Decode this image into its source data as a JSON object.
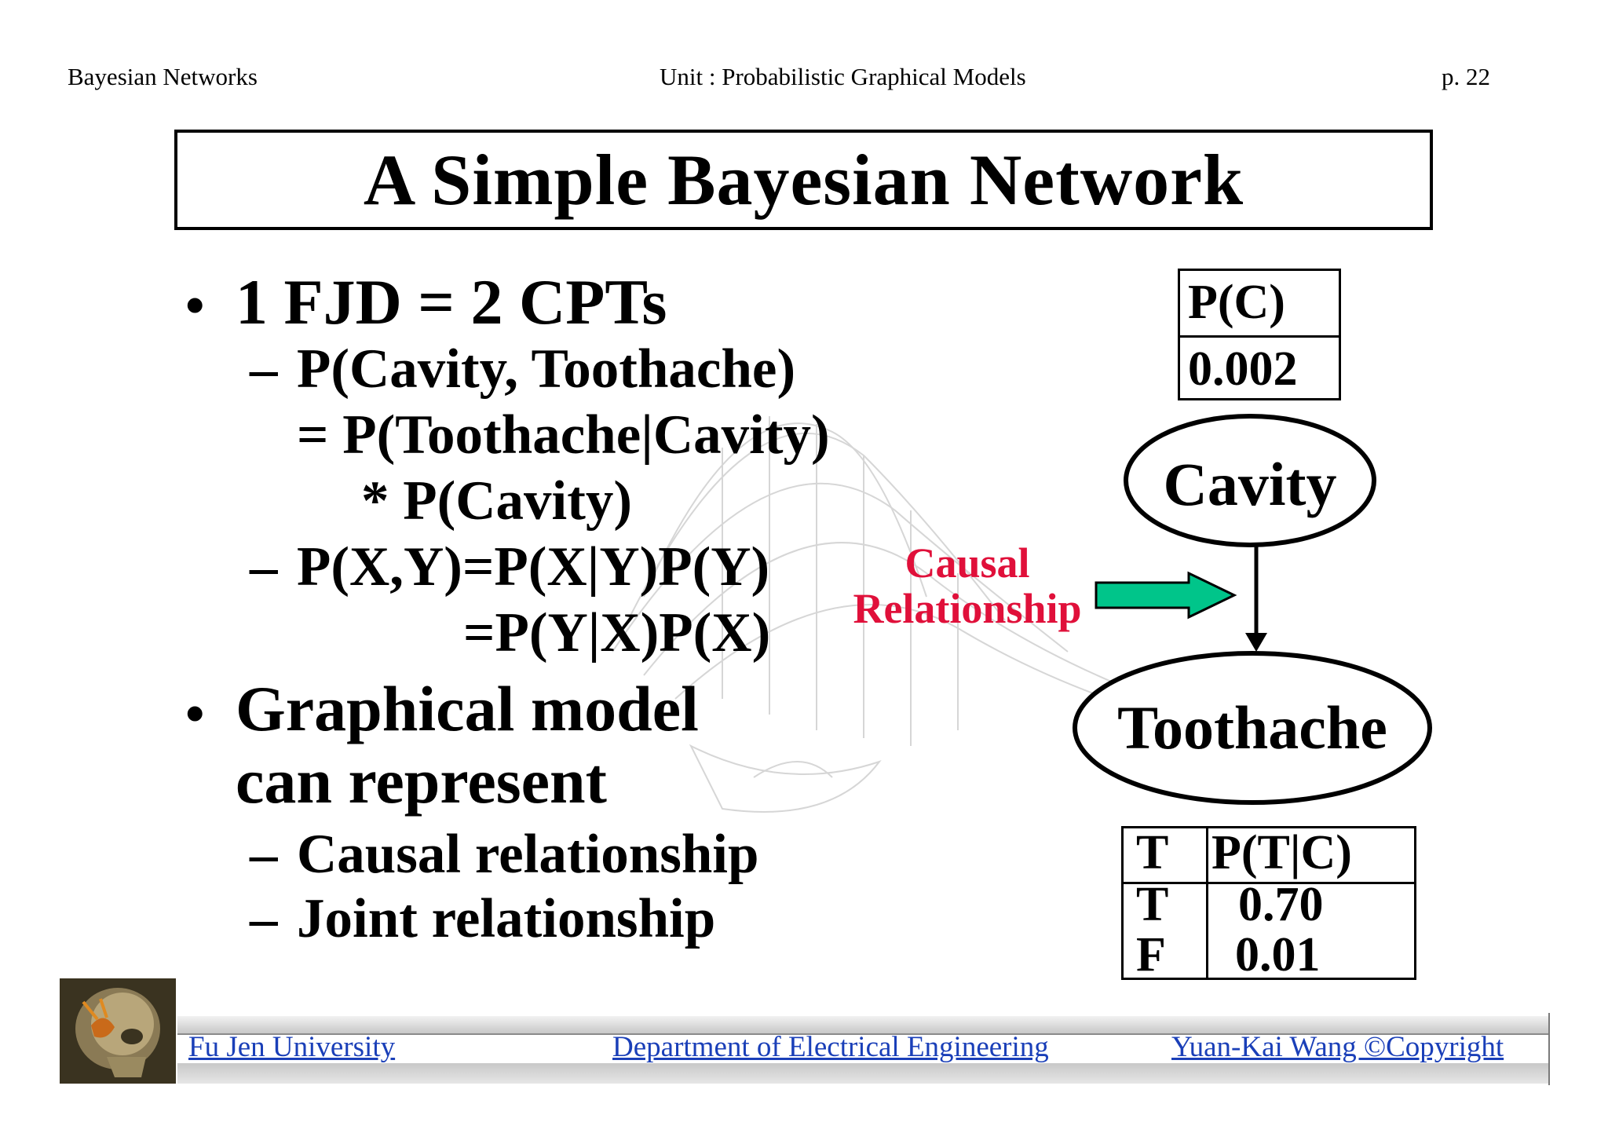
{
  "header": {
    "left": "Bayesian Networks",
    "center": "Unit : Probabilistic Graphical Models",
    "right": "p.  22"
  },
  "title": "A Simple Bayesian Network",
  "bullets": {
    "b1": "1 FJD = 2 CPTs",
    "b1_sub1_l1": "P(Cavity, Toothache)",
    "b1_sub1_l2": "= P(Toothache|Cavity)",
    "b1_sub1_l3": "* P(Cavity)",
    "b1_sub2_l1": "P(X,Y)=P(X|Y)P(Y)",
    "b1_sub2_l2": "=P(Y|X)P(X)",
    "b2_l1": "Graphical model",
    "b2_l2": "can represent",
    "b2_sub1": "Causal relationship",
    "b2_sub2": "Joint relationship",
    "dash": "–",
    "dot": "•"
  },
  "network": {
    "pc_header": "P(C)",
    "pc_value": "0.002",
    "node_parent": "Cavity",
    "node_child": "Toothache",
    "causal_l1": "Causal",
    "causal_l2": "Relationship",
    "ptc_col1": "T",
    "ptc_col2": "P(T|C)",
    "ptc_rows": [
      {
        "c": "T",
        "p": "0.70"
      },
      {
        "c": "F",
        "p": "0.01"
      }
    ],
    "colors": {
      "arrow_fill": "#00c58a",
      "causal_text": "#e0103a"
    }
  },
  "footer": {
    "left": "Fu Jen University",
    "center": "Department of Electrical Engineering",
    "right": "Yuan-Kai Wang ©Copyright",
    "link_color": "#1a3fb8"
  }
}
